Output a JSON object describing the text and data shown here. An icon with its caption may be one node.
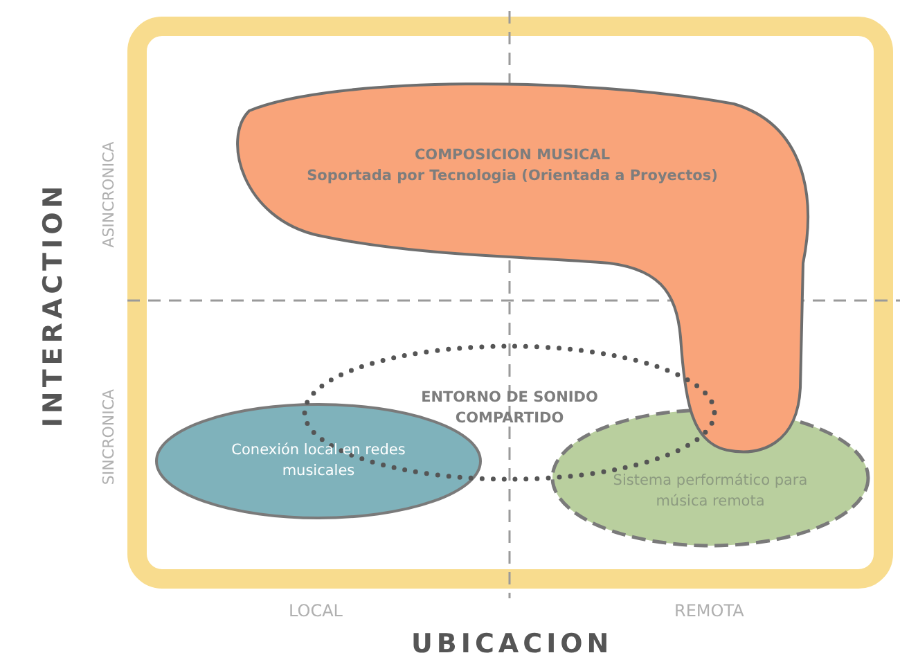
{
  "diagram": {
    "nodes": [
      {
        "text": [
          "COMPOSICION MUSICAL",
          "Soportada por Tecnologia (Orientada a Proyectos)"
        ]
      },
      {
        "text": [
          "ENTORNO DE SONIDO COMPARTIDO"
        ]
      },
      {
        "text": [
          "Conexión local en redes musicales"
        ]
      },
      {
        "text": [
          "Sistema performático para música remota"
        ]
      }
    ],
    "labels": [
      "INTERACTION",
      "ASINCRONICA",
      "SINCRONICA",
      "LOCAL",
      "REMOTA",
      "UBICACION"
    ]
  }
}
